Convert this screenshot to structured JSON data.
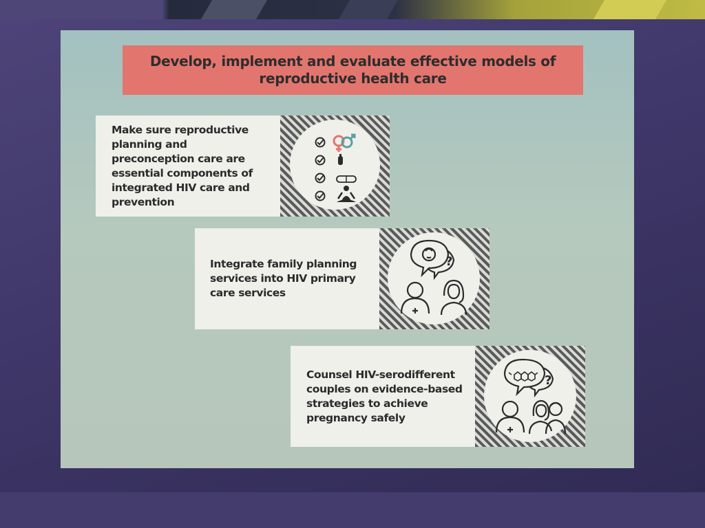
{
  "slide": {
    "title": "Develop, implement and evaluate effective models of reproductive health care",
    "steps": [
      {
        "text": "Make sure reproductive planning and preconception care are essential components of integrated HIV care and prevention",
        "icon": "checklist-icon"
      },
      {
        "text": "Integrate family planning services into HIV primary care services",
        "icon": "counseling-conversation-icon"
      },
      {
        "text": "Counsel HIV-serodifferent couples on evidence-based strategies to achieve pregnancy safely",
        "icon": "couple-counseling-icon"
      }
    ],
    "colors": {
      "title_bar": "#e3756f",
      "slide_background": "#a3c1c0",
      "text_box": "#eef0e9",
      "stripe_dark": "#5a5a5a",
      "female_symbol": "#e3756f",
      "male_symbol": "#5b9fa3"
    }
  }
}
